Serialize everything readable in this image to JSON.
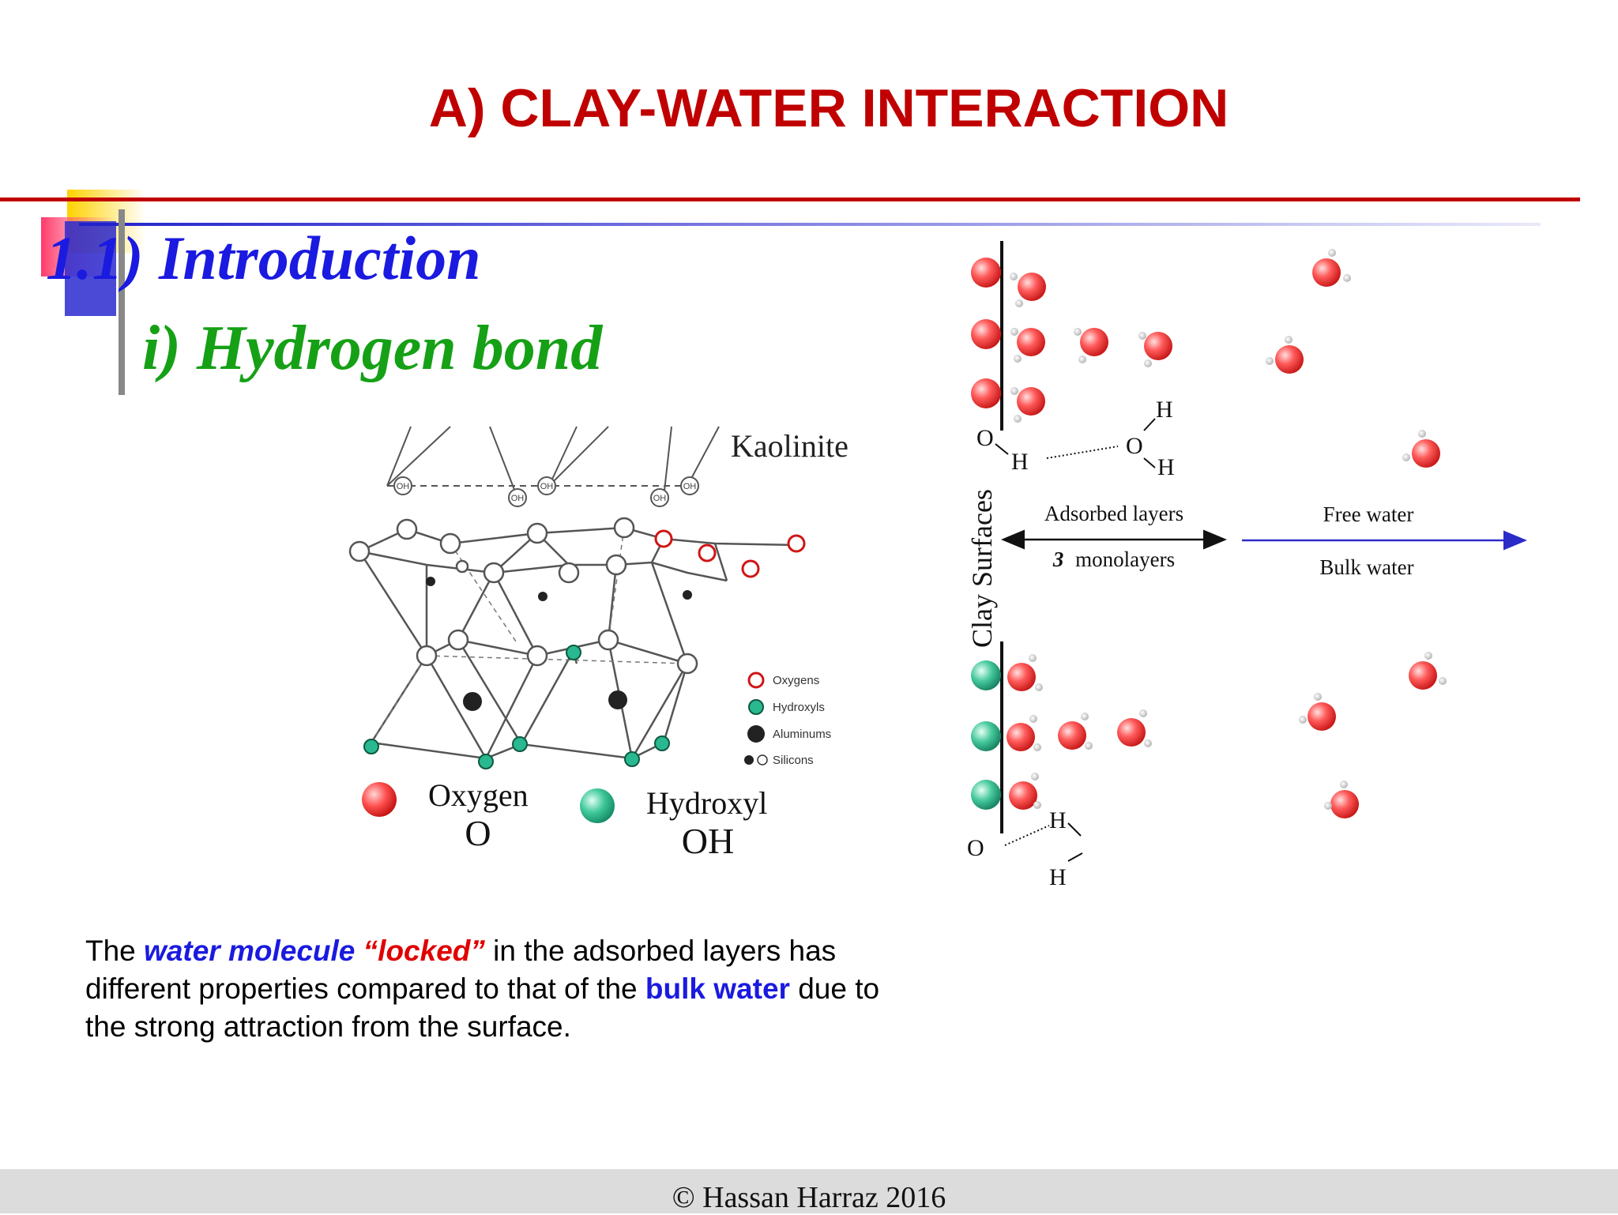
{
  "slide": {
    "title": "A) CLAY-WATER INTERACTION",
    "section": "1.1) Introduction",
    "subsection": "i) Hydrogen bond",
    "footer": "©  Hassan Harraz  2016"
  },
  "colors": {
    "title": "#c00000",
    "section": "#1a1ae0",
    "subsection": "#16a016",
    "oxygen": "#e63030",
    "hydroxyl": "#2ab890",
    "accent_blue": "#2b2bc8"
  },
  "kaolinite": {
    "name": "Kaolinite",
    "oh_label": "OH",
    "legend": {
      "oxygens": "Oxygens",
      "hydroxyls": "Hydroxyls",
      "aluminums": "Aluminums",
      "silicons": "Silicons"
    },
    "key": {
      "oxygen_name": "Oxygen",
      "oxygen_symbol": "O",
      "hydroxyl_name": "Hydroxyl",
      "hydroxyl_symbol": "OH"
    }
  },
  "water_diagram": {
    "clay_surfaces": "Clay Surfaces",
    "adsorbed_layers": "Adsorbed layers",
    "monolayers_count": "3",
    "monolayers_text": "monolayers",
    "free_water": "Free water",
    "bulk_water": "Bulk water",
    "o_label": "O",
    "h_label": "H"
  },
  "body": {
    "p1": "The ",
    "h1": "water molecule",
    "p2": " ",
    "h2": "“locked”",
    "p3": " in the adsorbed layers  has different properties compared to that of the ",
    "h3": "bulk water",
    "p4": " due to the strong attraction from the surface."
  }
}
